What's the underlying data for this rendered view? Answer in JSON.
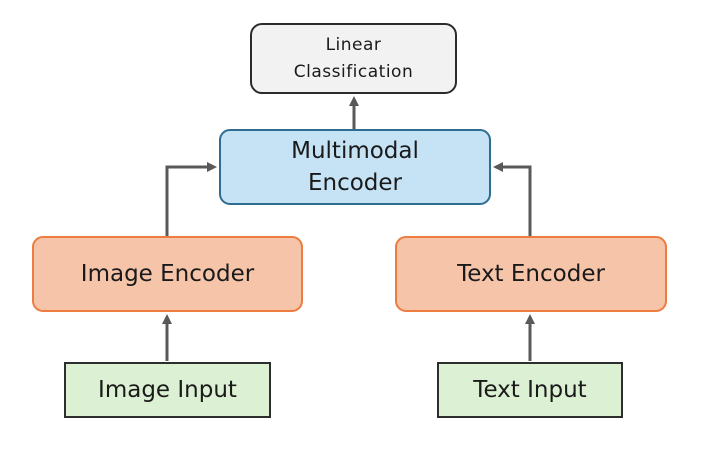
{
  "diagram": {
    "nodes": {
      "linear_classification": {
        "label": "Linear\nClassification"
      },
      "multimodal_encoder": {
        "label": "Multimodal\nEncoder"
      },
      "image_encoder": {
        "label": "Image Encoder"
      },
      "text_encoder": {
        "label": "Text Encoder"
      },
      "image_input": {
        "label": "Image Input"
      },
      "text_input": {
        "label": "Text Input"
      }
    },
    "edges": [
      {
        "from": "image_input",
        "to": "image_encoder"
      },
      {
        "from": "text_input",
        "to": "text_encoder"
      },
      {
        "from": "image_encoder",
        "to": "multimodal_encoder"
      },
      {
        "from": "text_encoder",
        "to": "multimodal_encoder"
      },
      {
        "from": "multimodal_encoder",
        "to": "linear_classification"
      }
    ],
    "colors": {
      "arrow": "#595959",
      "linear_fill": "#f2f2f2",
      "multimodal_fill": "#c5e3f5",
      "multimodal_border": "#2e6d8f",
      "encoder_fill": "#f6c5a9",
      "encoder_border": "#ec7c3f",
      "input_fill": "#dcf1d3"
    }
  }
}
